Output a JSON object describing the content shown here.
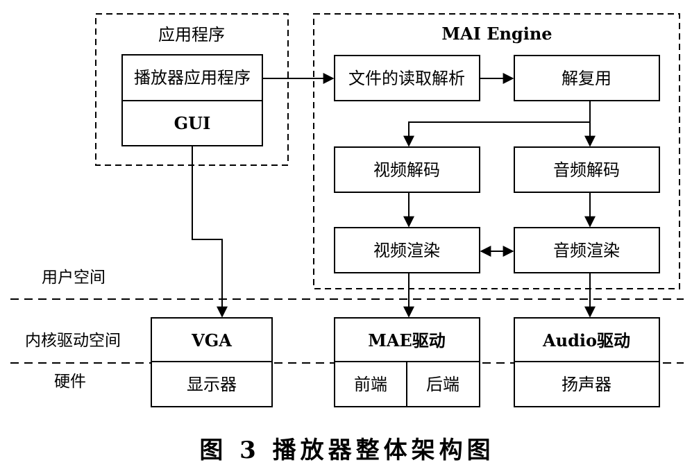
{
  "regions": {
    "app_group": "应用程序",
    "engine_group": "MAI Engine"
  },
  "nodes": {
    "player_app": "播放器应用程序",
    "gui": "GUI",
    "file_parse": "文件的读取解析",
    "demux": "解复用",
    "video_decode": "视频解码",
    "audio_decode": "音频解码",
    "video_render": "视频渲染",
    "audio_render": "音频渲染",
    "vga": "VGA",
    "display": "显示器",
    "mae_driver": "MAE驱动",
    "front_end": "前端",
    "back_end": "后端",
    "audio_driver": "Audio驱动",
    "speaker": "扬声器"
  },
  "layers": {
    "user_space": "用户空间",
    "kernel_space": "内核驱动空间",
    "hardware": "硬件"
  },
  "caption": "图 3   播放器整体架构图"
}
